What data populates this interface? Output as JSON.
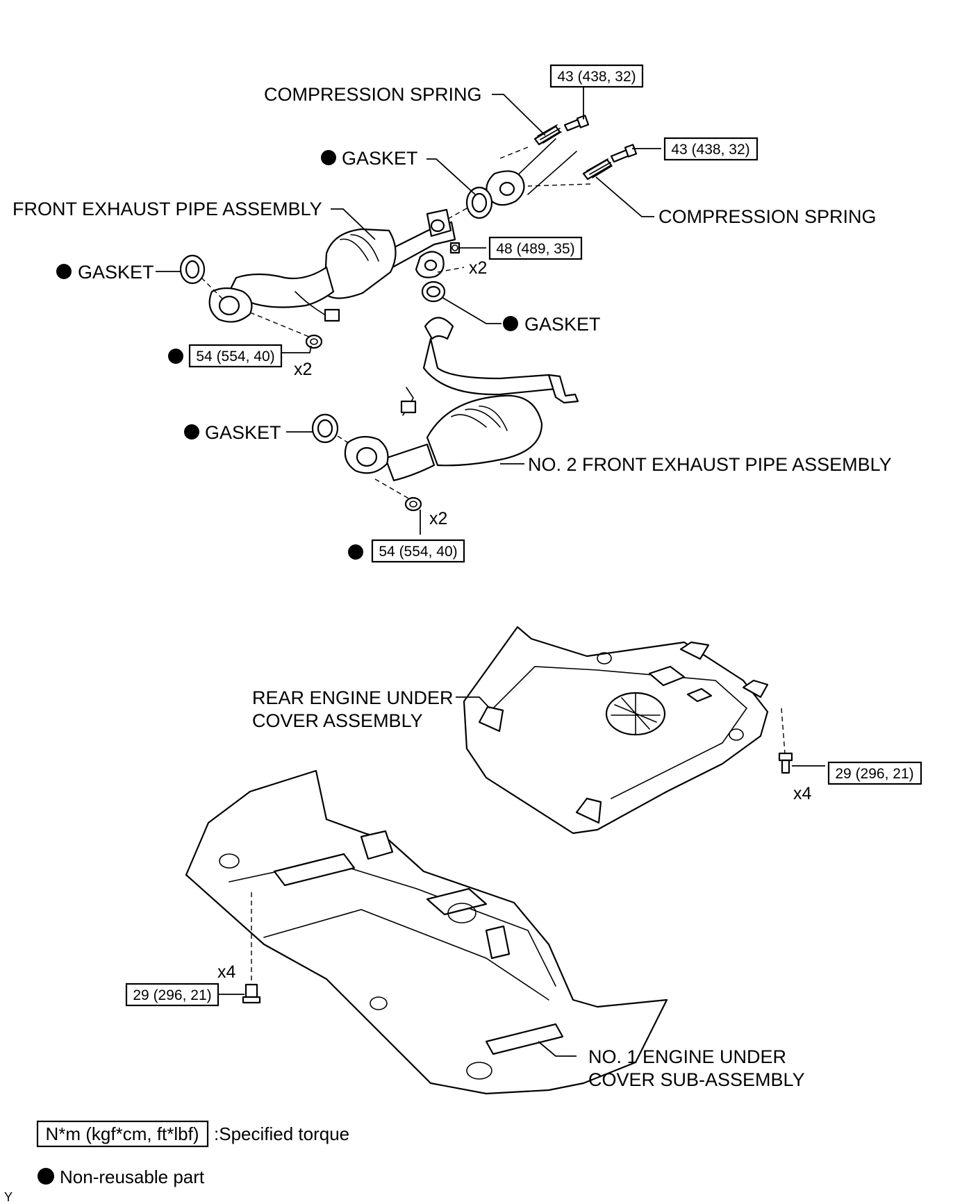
{
  "labels": {
    "compression_spring_top": "COMPRESSION SPRING",
    "compression_spring_right": "COMPRESSION SPRING",
    "gasket_top": "GASKET",
    "front_exhaust_pipe": "FRONT EXHAUST PIPE ASSEMBLY",
    "gasket_left": "GASKET",
    "gasket_mid": "GASKET",
    "gasket_lower": "GASKET",
    "no2_front_exhaust_pipe": "NO. 2 FRONT EXHAUST PIPE ASSEMBLY",
    "rear_cover_line1": "REAR ENGINE UNDER",
    "rear_cover_line2": "COVER ASSEMBLY",
    "no1_cover_line1": "NO. 1 ENGINE UNDER",
    "no1_cover_line2": "COVER SUB-ASSEMBLY"
  },
  "torques": {
    "spring_bolt_top": "43 (438, 32)",
    "spring_bolt_right": "43 (438, 32)",
    "flange_bolt": "48 (489, 35)",
    "nut_front_pipe": "54 (554, 40)",
    "nut_no2_pipe": "54 (554, 40)",
    "bolt_rear_cover": "29 (296, 21)",
    "bolt_no1_cover": "29 (296, 21)"
  },
  "quantities": {
    "flange_bolt": "x2",
    "nut_front_pipe": "x2",
    "nut_no2_pipe": "x2",
    "bolt_rear_cover": "x4",
    "bolt_no1_cover": "x4"
  },
  "legend": {
    "torque_box": "N*m (kgf*cm, ft*lbf)",
    "torque_desc": ":Specified torque",
    "nonreusable_desc": "Non-reusable part"
  },
  "corner_mark": "Y",
  "colors": {
    "ink": "#000000",
    "paper": "#ffffff"
  }
}
